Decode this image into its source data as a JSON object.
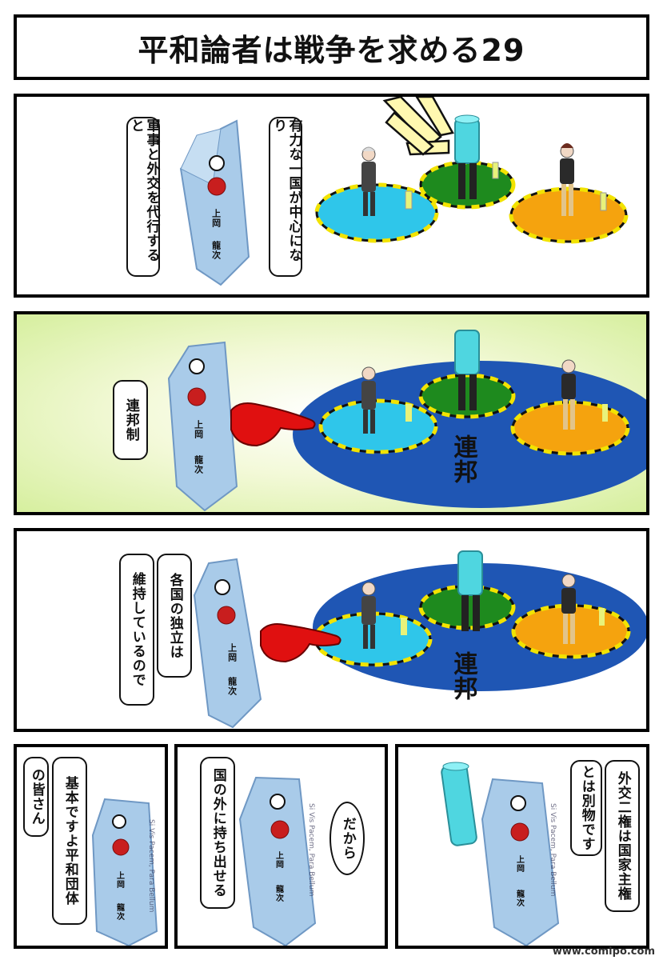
{
  "title": "平和論者は戦争を求める29",
  "panel1": {
    "bubble_right": "有力な一国が中心になり",
    "bubble_left": "軍事と外交を代行すると",
    "stone_label_1": "上岡",
    "stone_label_2": "龍次"
  },
  "panel2": {
    "bubble": "連邦制",
    "federation_label": "連邦",
    "stone_label_1": "上岡",
    "stone_label_2": "龍次"
  },
  "panel3": {
    "bubble_right": "各国の独立は",
    "bubble_left": "維持しているので",
    "federation_label": "連邦",
    "stone_label_1": "上岡",
    "stone_label_2": "龍次"
  },
  "panel4": {
    "bubble_right": "基本ですよ平和団体",
    "bubble_left": "の皆さん",
    "stone_label_1": "上岡",
    "stone_label_2": "龍次",
    "stone_side_text": "Si Vis Pacem, Para Bellum"
  },
  "panel5": {
    "bubble_left": "国の外に持ち出せる",
    "bubble_right": "だから",
    "stone_label_1": "上岡",
    "stone_label_2": "龍次",
    "stone_side_text": "Si Vis Pacem, Para Bellum"
  },
  "panel6": {
    "bubble_right": "外交二権は国家主権",
    "bubble_left": "とは別物です",
    "stone_label_1": "上岡",
    "stone_label_2": "龍次",
    "stone_side_text": "Si Vis Pacem, Para Bellum"
  },
  "credit": "www.comipo.com",
  "colors": {
    "platform_cyan": "#2fc6ea",
    "platform_green": "#1e8a1e",
    "platform_orange": "#f5a30e",
    "federation_blue": "#1f56b4",
    "stone": "#a9cbe9",
    "stone_dark": "#6f98c4",
    "fist_red": "#e01010"
  }
}
